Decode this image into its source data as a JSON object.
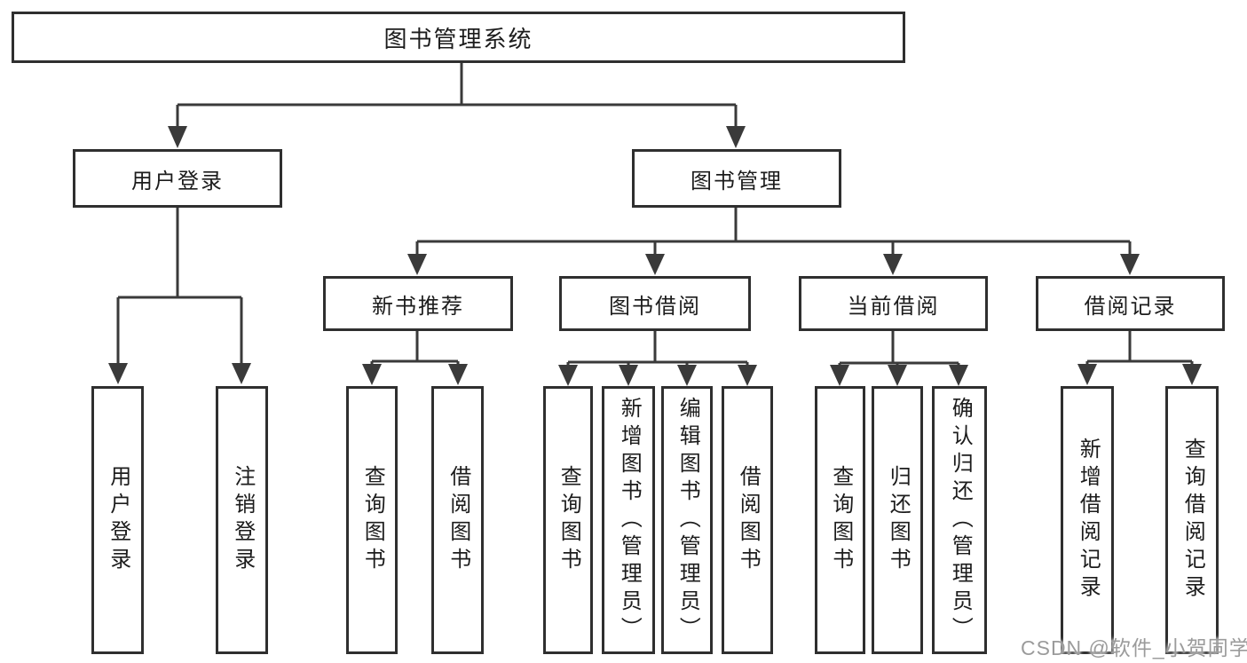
{
  "tree": {
    "label": "图书管理系统",
    "children": [
      {
        "label": "用户登录",
        "children": [
          {
            "label": "用户登录"
          },
          {
            "label": "注销登录"
          }
        ]
      },
      {
        "label": "图书管理",
        "children": [
          {
            "label": "新书推荐",
            "children": [
              {
                "label": "查询图书"
              },
              {
                "label": "借阅图书"
              }
            ]
          },
          {
            "label": "图书借阅",
            "children": [
              {
                "label": "查询图书"
              },
              {
                "label": "新增图书（管理员）"
              },
              {
                "label": "编辑图书（管理员）"
              },
              {
                "label": "借阅图书"
              }
            ]
          },
          {
            "label": "当前借阅",
            "children": [
              {
                "label": "查询图书"
              },
              {
                "label": "归还图书"
              },
              {
                "label": "确认归还（管理员）"
              }
            ]
          },
          {
            "label": "借阅记录",
            "children": [
              {
                "label": "新增借阅记录"
              },
              {
                "label": "查询借阅记录"
              }
            ]
          }
        ]
      }
    ]
  },
  "colors": {
    "box_border": "#2f2f2f",
    "line": "#3a3a3a",
    "text": "#1c1c1c",
    "watermark": "#9b9b9b"
  },
  "watermark": {
    "text": "CSDN @软件_小贺同学"
  }
}
